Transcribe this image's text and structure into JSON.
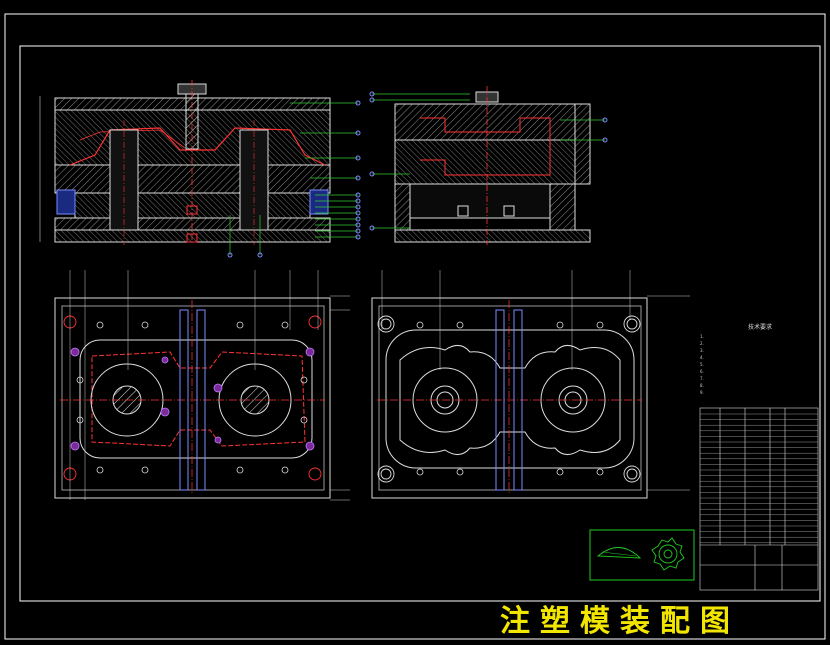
{
  "caption": "注塑模装配图",
  "tech_notes": {
    "title": "技术要求",
    "items": [
      "1.",
      "2.",
      "3.",
      "4.",
      "5.",
      "6.",
      "7.",
      "8.",
      "9."
    ]
  },
  "colors": {
    "background": "#000000",
    "frame": "#ffffff",
    "caption": "#f2e600",
    "section_line": "#ff3333",
    "leader_line": "#33cc33",
    "balloon": "#7a8cff",
    "hatch": "#9a9a9a",
    "sketch": "#22cc22"
  }
}
